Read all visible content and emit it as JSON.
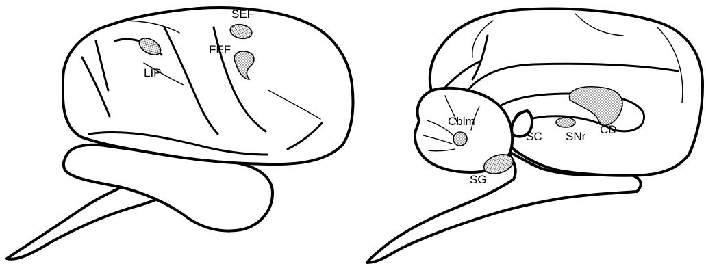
{
  "lateral_view": {
    "labels": {
      "sef": "SEF",
      "fef": "FEF",
      "lip": "LIP"
    }
  },
  "medial_view": {
    "labels": {
      "cblm": "Cblm",
      "sc": "SC",
      "snr": "SNr",
      "cd": "CD",
      "sg": "SG"
    }
  },
  "colors": {
    "line": "#000000",
    "background": "#ffffff",
    "stipple": "#555555"
  }
}
